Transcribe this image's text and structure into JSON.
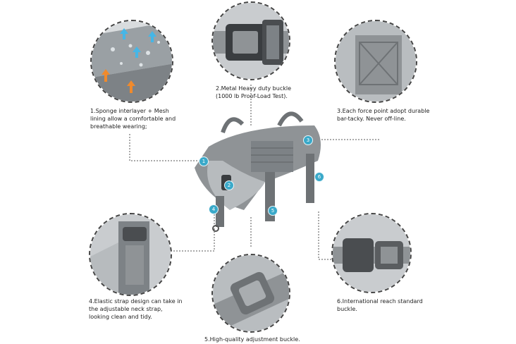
{
  "features": [
    {
      "number": "1",
      "text": "1.Sponge interlayer + Mesh lining allow a comfortable and breathable wearing;"
    },
    {
      "number": "2",
      "text": "2.Metal Heavy duty buckle (1000 lb Proof-Load Test)."
    },
    {
      "number": "3",
      "text": "3.Each force point adopt durable bar-tacky. Never off-line."
    },
    {
      "number": "4",
      "text": "4.Elastic strap design can take in the adjustable neck strap, looking clean and tidy."
    },
    {
      "number": "5",
      "text": "5.High-quality adjustment buckle."
    },
    {
      "number": "6",
      "text": "6.International reach standard buckle."
    }
  ],
  "colors": {
    "fabric": "#8f9396",
    "fabric_dark": "#6e7275",
    "mesh": "#b7bbbe",
    "callout": "#3aa9c9",
    "arrow_blue": "#46b6e6",
    "arrow_orange": "#f08a2c"
  }
}
